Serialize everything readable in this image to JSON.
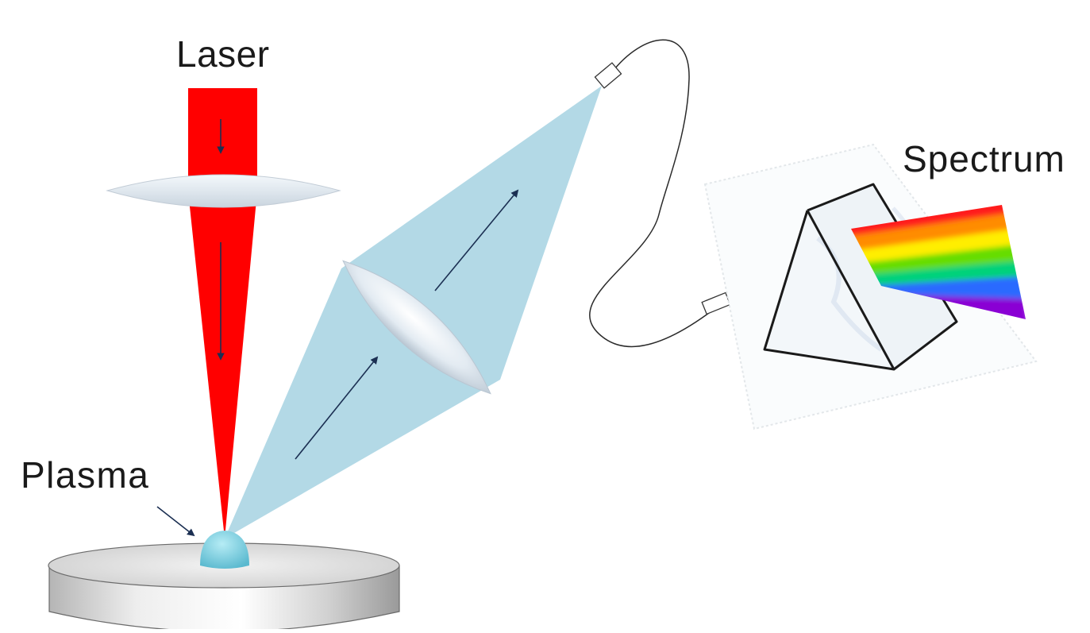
{
  "labels": {
    "laser": "Laser",
    "plasma": "Plasma",
    "spectrum": "Spectrum"
  },
  "colors": {
    "laser_beam": "#ff0000",
    "emission_cone": "#b3d9e6",
    "plasma": "#7ccfe0",
    "lens_fill": "#e4ecf3",
    "target_disk": "#d9d9d9",
    "spectrum_bands": [
      "#ff1a1a",
      "#ff8c00",
      "#ffee00",
      "#66dd00",
      "#00d27a",
      "#2a6aff",
      "#8a00d4"
    ]
  },
  "icons": {
    "laser_direction": "arrow-down-icon",
    "emission_direction": "arrow-up-right-icon",
    "plasma_pointer": "arrow-down-right-icon"
  }
}
